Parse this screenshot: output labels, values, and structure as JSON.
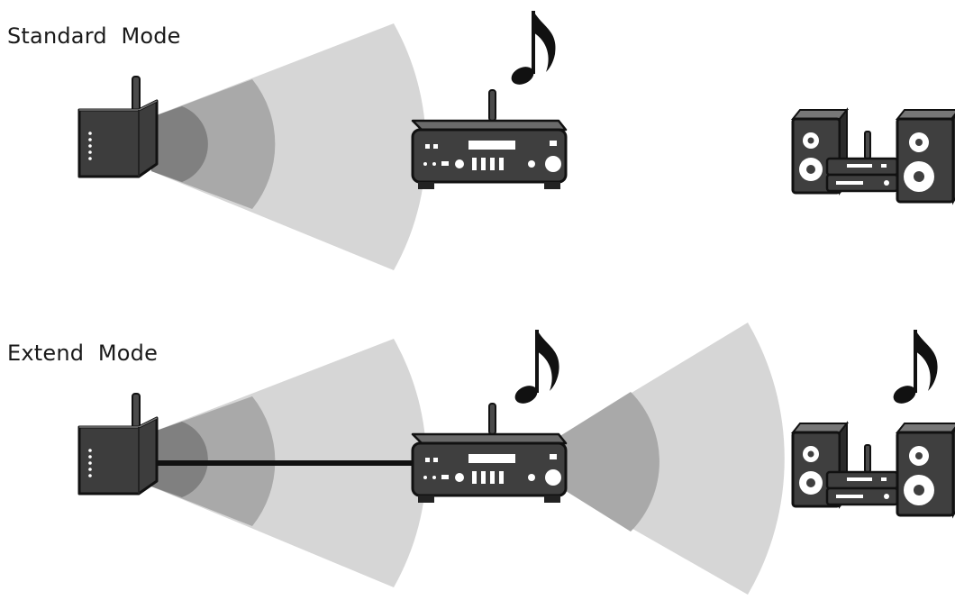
{
  "sections": {
    "standard": {
      "title": "Standard  Mode"
    },
    "extend": {
      "title": "Extend  Mode"
    }
  },
  "colors": {
    "wave_outer": "#d6d6d6",
    "wave_mid": "#a9a9a9",
    "wave_inner": "#808080",
    "device_fill": "#4a4a4a",
    "device_stroke": "#111111",
    "detail": "#ffffff"
  },
  "icons": [
    "router-icon",
    "network-receiver-icon",
    "mini-stereo-icon",
    "music-note-icon",
    "ethernet-cable"
  ]
}
